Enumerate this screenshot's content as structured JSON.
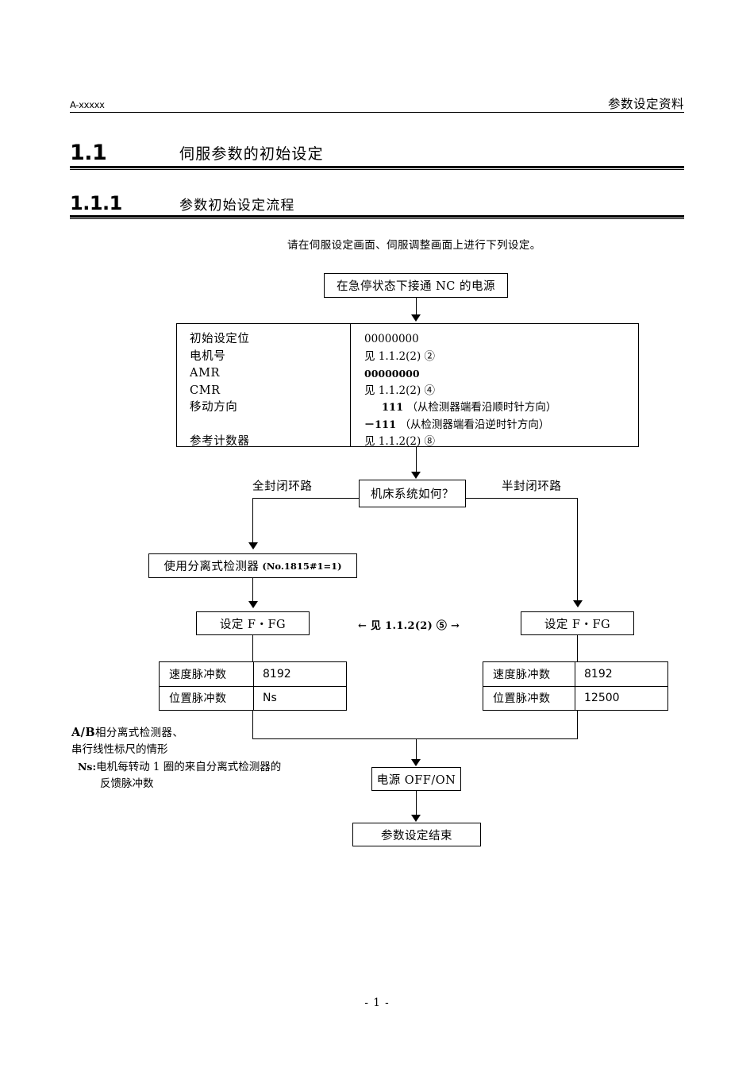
{
  "running_head": {
    "doc_id": "A-xxxxx",
    "doc_subject": "参数设定资料"
  },
  "headings": {
    "section": {
      "number": "1.1",
      "title": "伺服参数的初始设定"
    },
    "subsection": {
      "number": "1.1.1",
      "title": "参数初始设定流程"
    }
  },
  "lead_in": "请在伺服设定画面、伺服调整画面上进行下列设定。",
  "flowchart": {
    "start_box": "在急停状态下接通 NC 的电源",
    "parameter_table": {
      "labels": [
        "初始设定位",
        "电机号",
        "AMR",
        "CMR",
        "移动方向",
        "参考计数器"
      ],
      "values": [
        "00000000",
        "见 1.1.2(2) ②",
        "00000000",
        "见 1.1.2(2) ④",
        "111 （从检测器端看沿顺时针方向）",
        "－111 （从检测器端看沿逆时针方向）",
        "见 1.1.2(2) ⑧"
      ],
      "value_rows": {
        "init_bit": "00000000",
        "motor_no_ref": "见 1.1.2(2) ②",
        "amr": "00000000",
        "cmr_ref": "见 1.1.2(2) ④",
        "dir_cw_num": "111",
        "dir_cw_text": "（从检测器端看沿顺时针方向）",
        "dir_ccw_num": "－111",
        "dir_ccw_text": "（从检测器端看沿逆时针方向）",
        "ref_counter_ref": "见 1.1.2(2) ⑧"
      }
    },
    "decision": "机床系统如何？",
    "branch_left_label": "全封闭环路",
    "branch_right_label": "半封闭环路",
    "detector_box": {
      "text": "使用分离式检测器",
      "param": "(No.1815#1=1)"
    },
    "ffg_left": "设定 F・FG",
    "ffg_right": "设定 F・FG",
    "mid_note": "← 见 1.1.2(2) ⑤ →",
    "pulse_table_left": {
      "rows": [
        {
          "label": "速度脉冲数",
          "value": "8192"
        },
        {
          "label": "位置脉冲数",
          "value": "Ns"
        }
      ]
    },
    "pulse_table_right": {
      "rows": [
        {
          "label": "速度脉冲数",
          "value": "8192"
        },
        {
          "label": "位置脉冲数",
          "value": "12500"
        }
      ]
    },
    "power_cycle_box": "电源 OFF/ON",
    "end_box": "参数设定结束"
  },
  "footnote": {
    "line1_bold": "A/B",
    "line1_rest": "相分离式检测器、",
    "line2": "串行线性标尺的情形",
    "line3_bold": "Ns:",
    "line3_rest": "电机每转动 1 圈的来自分离式检测器的",
    "line4": "反馈脉冲数"
  },
  "page_number": "- 1 -"
}
